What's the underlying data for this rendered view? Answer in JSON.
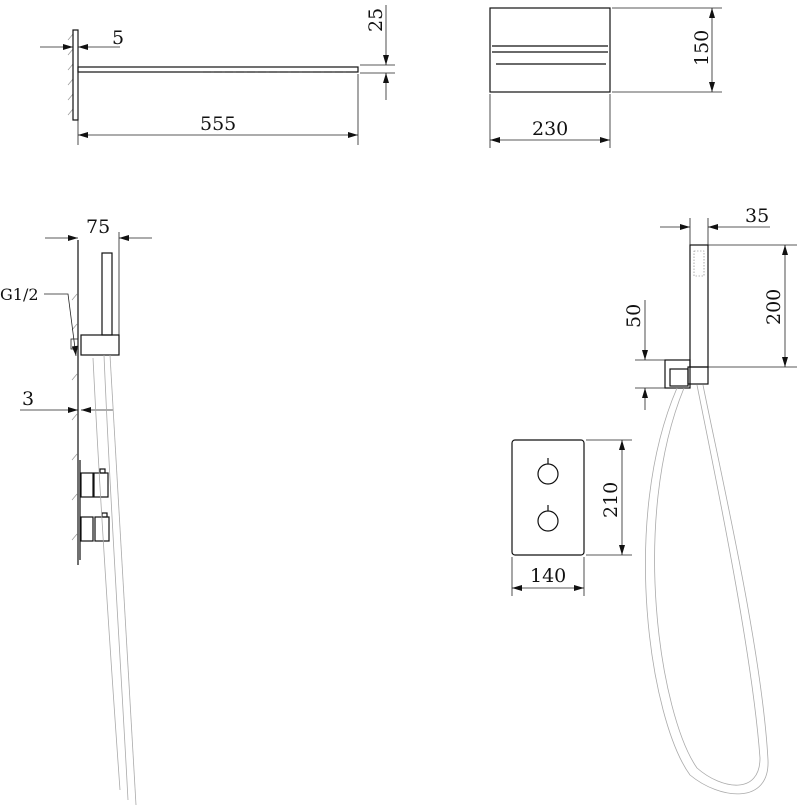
{
  "title": "Shower set dimension drawing",
  "dimensions": {
    "arm_wall_gap": "5",
    "arm_thickness": "25",
    "arm_length": "555",
    "spout_height": "150",
    "spout_width": "230",
    "handshower_projection": "75",
    "inlet_thread": "G1/2",
    "plate_thickness": "3",
    "handshower_width": "35",
    "handshower_length": "200",
    "bracket_height": "50",
    "valve_plate_height": "210",
    "valve_plate_width": "140"
  },
  "colors": {
    "line": "#111111",
    "hose": "#aaaaaa"
  }
}
